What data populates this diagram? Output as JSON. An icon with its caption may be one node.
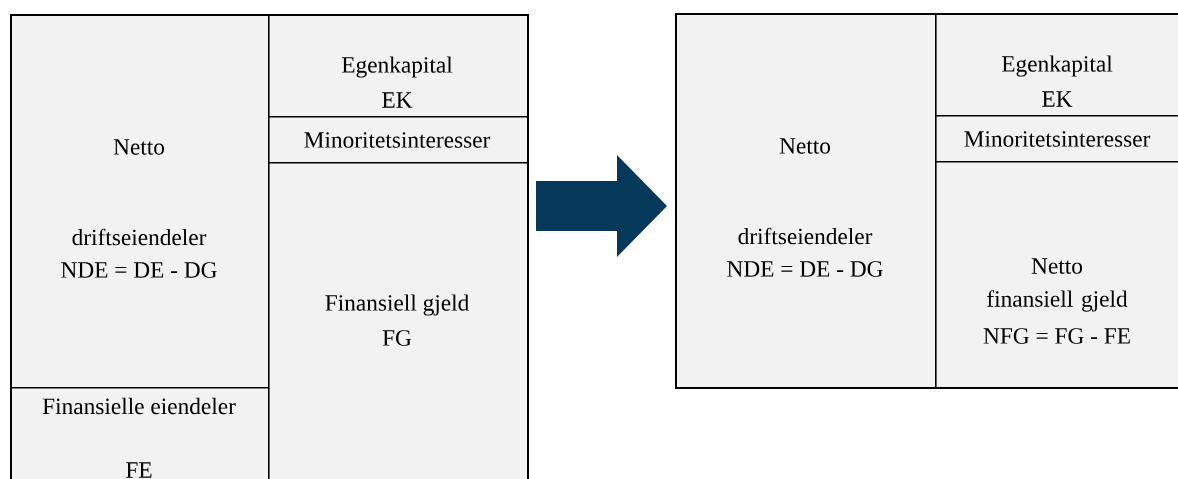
{
  "diagram": {
    "nodes": [
      {
        "text": [],
        "shape": "box"
      },
      {
        "text": [
          "Netto",
          "driftseiendeler",
          "NDE = DE - DG"
        ],
        "in": 0
      },
      {
        "text": [
          "Finansielle eiendeler",
          "FE"
        ],
        "in": 0
      },
      {
        "text": [
          "Egenkapital",
          "EK"
        ],
        "in": 0
      },
      {
        "text": [
          "Minoritetsinteresser"
        ],
        "in": 0
      },
      {
        "text": [
          "Finansiell gjeld",
          "FG"
        ],
        "in": 0
      },
      {
        "text": [],
        "shape": "box"
      },
      {
        "text": [
          "Netto",
          "driftseiendeler",
          "NDE = DE - DG"
        ],
        "in": 6
      },
      {
        "text": [
          "Egenkapital",
          "EK"
        ],
        "in": 6
      },
      {
        "text": [
          "Minoritetsinteresser"
        ],
        "in": 6
      },
      {
        "text": [
          "Netto finansiell gjeld",
          "NFG = FG - FE"
        ],
        "in": 6
      }
    ],
    "edges": [
      {
        "from": 0,
        "to": 6,
        "arrow": "to",
        "color": "#06385a"
      }
    ]
  }
}
